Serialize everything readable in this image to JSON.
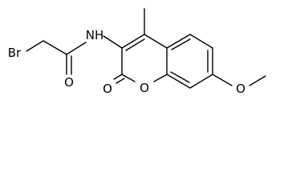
{
  "molecule": {
    "atoms": {
      "bromine": "Br",
      "amide_nitrogen": "NH",
      "amide_oxygen": "O",
      "lactone_carbonyl_oxygen": "O",
      "ring_oxygen": "O",
      "methoxy_oxygen": "O"
    },
    "colors": {
      "ink": "#000000",
      "background": "#ffffff"
    }
  }
}
